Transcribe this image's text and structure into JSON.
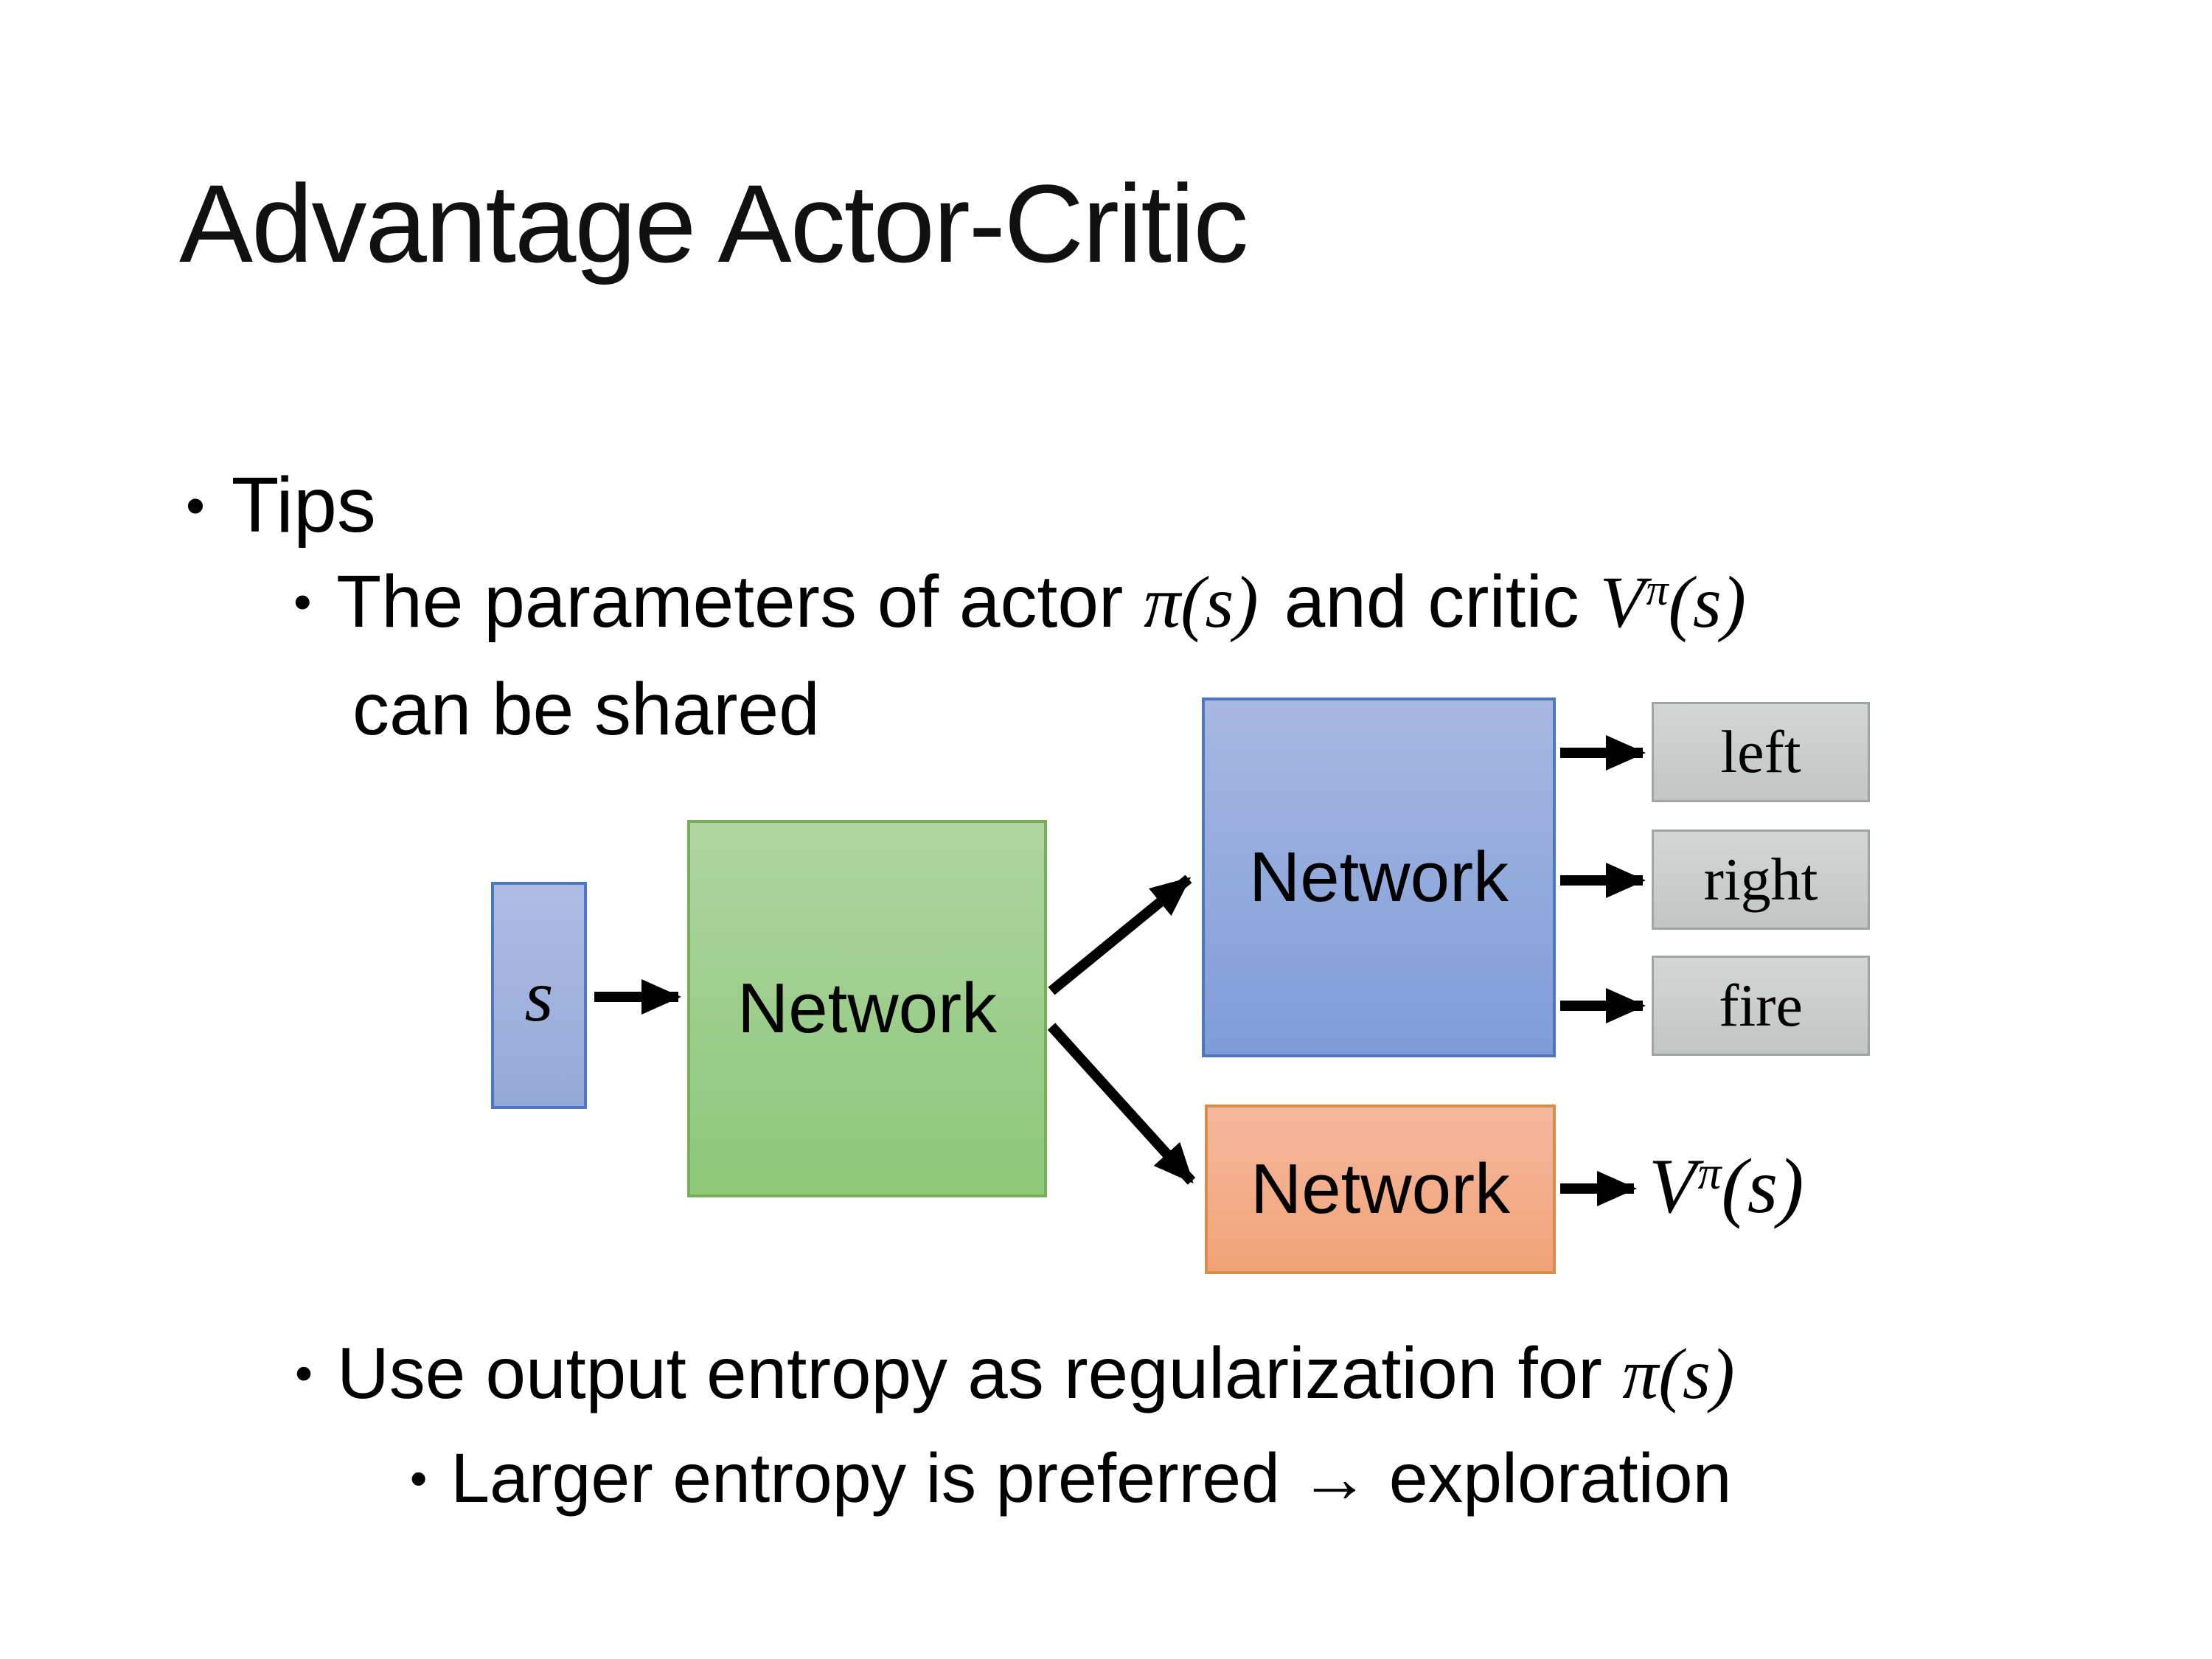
{
  "slide": {
    "title": "Advantage Actor-Critic",
    "bullet_char": "•"
  },
  "bullets": {
    "tips": "Tips",
    "param_prefix": "The parameters of actor ",
    "param_pi": "π(s)",
    "param_middle": "and critic ",
    "param_V": "V",
    "param_V_sup": "π",
    "param_V_arg": "(s)",
    "param_line2": "can be shared",
    "entropy_prefix": "Use output entropy as regularization for ",
    "entropy_pi": "π(s)",
    "exploration": "Larger entropy is preferred → exploration"
  },
  "diagram": {
    "state_label": "s",
    "shared_network_label": "Network",
    "actor_network_label": "Network",
    "critic_network_label": "Network",
    "actions": [
      "left",
      "right",
      "fire"
    ],
    "value_V": "V",
    "value_sup": "π",
    "value_arg": "(s)"
  },
  "colors": {
    "background": "#ffffff",
    "text": "#000000",
    "arrow": "#000000",
    "state_fill_top": "#aebce4",
    "state_fill_bottom": "#94a9d8",
    "state_border": "#4d77be",
    "shared_fill_top": "#afd4a1",
    "shared_fill_bottom": "#8cc878",
    "shared_border": "#79ad57",
    "actor_fill_top": "#a7b8e2",
    "actor_fill_bottom": "#7f9cd8",
    "actor_border": "#4d76bd",
    "critic_fill_top": "#f4b89d",
    "critic_fill_bottom": "#f1a377",
    "critic_border": "#d98b4b",
    "action_fill_top": "#d3d6d5",
    "action_fill_bottom": "#c1c5c4",
    "action_border": "#9fa5a4"
  }
}
